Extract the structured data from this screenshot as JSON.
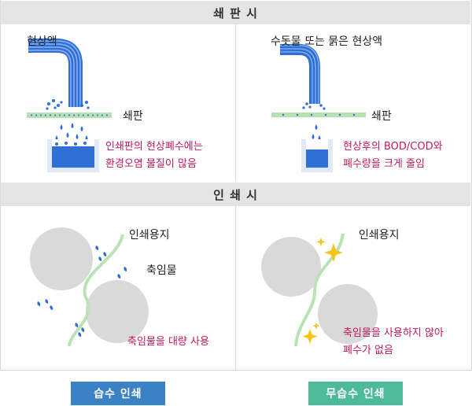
{
  "sections": {
    "plate": "쇄 판 시",
    "printing": "인 쇄 시"
  },
  "plate_left": {
    "developer_label": "현상액",
    "plate_label": "쇄판",
    "note_line1": "인쇄판의 현상폐수에는",
    "note_line2": "환경오염 물질이 많음"
  },
  "plate_right": {
    "developer_label": "수돗물 또는 묽은 현상액",
    "plate_label": "쇄판",
    "note_line1": "현상후의 BOD/COD와",
    "note_line2": "폐수량을 크게 줄임"
  },
  "print_left": {
    "paper_label": "인쇄용지",
    "dampening_label": "축임물",
    "note": "축임물을 대량 사용"
  },
  "print_right": {
    "paper_label": "인쇄용지",
    "note_line1": "축임물을 사용하지 않아",
    "note_line2": "폐수가 없음"
  },
  "buttons": {
    "wet": "습수 인쇄",
    "dry": "무습수 인쇄"
  },
  "colors": {
    "blue": "#2f6fd6",
    "plate_green": "#b7e0b5",
    "gray_roller": "#d9d9d9",
    "red_text": "#c2185b",
    "wet_button": "#3b82c4",
    "dry_button": "#4dbb9a"
  }
}
